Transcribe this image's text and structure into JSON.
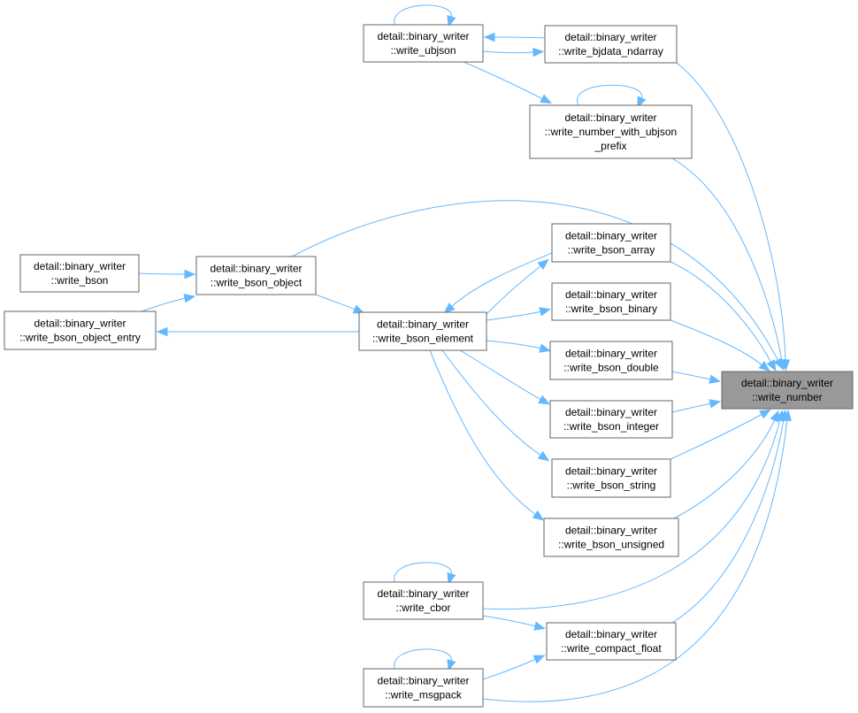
{
  "colors": {
    "edge": "#63b8ff",
    "focus_fill": "#999999",
    "node_border": "#666666"
  },
  "nodes": {
    "write_number": {
      "lines": [
        "detail::binary_writer",
        "::write_number"
      ]
    },
    "write_ubjson": {
      "lines": [
        "detail::binary_writer",
        "::write_ubjson"
      ]
    },
    "write_bjdata_ndarray": {
      "lines": [
        "detail::binary_writer",
        "::write_bjdata_ndarray"
      ]
    },
    "write_number_with_ubjson_prefix": {
      "lines": [
        "detail::binary_writer",
        "::write_number_with_ubjson",
        "_prefix"
      ]
    },
    "write_bson": {
      "lines": [
        "detail::binary_writer",
        "::write_bson"
      ]
    },
    "write_bson_object": {
      "lines": [
        "detail::binary_writer",
        "::write_bson_object"
      ]
    },
    "write_bson_object_entry": {
      "lines": [
        "detail::binary_writer",
        "::write_bson_object_entry"
      ]
    },
    "write_bson_element": {
      "lines": [
        "detail::binary_writer",
        "::write_bson_element"
      ]
    },
    "write_bson_array": {
      "lines": [
        "detail::binary_writer",
        "::write_bson_array"
      ]
    },
    "write_bson_binary": {
      "lines": [
        "detail::binary_writer",
        "::write_bson_binary"
      ]
    },
    "write_bson_double": {
      "lines": [
        "detail::binary_writer",
        "::write_bson_double"
      ]
    },
    "write_bson_integer": {
      "lines": [
        "detail::binary_writer",
        "::write_bson_integer"
      ]
    },
    "write_bson_string": {
      "lines": [
        "detail::binary_writer",
        "::write_bson_string"
      ]
    },
    "write_bson_unsigned": {
      "lines": [
        "detail::binary_writer",
        "::write_bson_unsigned"
      ]
    },
    "write_cbor": {
      "lines": [
        "detail::binary_writer",
        "::write_cbor"
      ]
    },
    "write_compact_float": {
      "lines": [
        "detail::binary_writer",
        "::write_compact_float"
      ]
    },
    "write_msgpack": {
      "lines": [
        "detail::binary_writer",
        "::write_msgpack"
      ]
    }
  },
  "edges": [
    {
      "from": "write_ubjson",
      "to": "write_ubjson"
    },
    {
      "from": "write_ubjson",
      "to": "write_bjdata_ndarray"
    },
    {
      "from": "write_bjdata_ndarray",
      "to": "write_ubjson"
    },
    {
      "from": "write_bjdata_ndarray",
      "to": "write_number"
    },
    {
      "from": "write_ubjson",
      "to": "write_number_with_ubjson_prefix"
    },
    {
      "from": "write_number_with_ubjson_prefix",
      "to": "write_number_with_ubjson_prefix"
    },
    {
      "from": "write_number_with_ubjson_prefix",
      "to": "write_number"
    },
    {
      "from": "write_bson_object",
      "to": "write_number"
    },
    {
      "from": "write_bson",
      "to": "write_bson_object"
    },
    {
      "from": "write_bson_object_entry",
      "to": "write_bson_object"
    },
    {
      "from": "write_bson_object",
      "to": "write_bson_element"
    },
    {
      "from": "write_bson_element",
      "to": "write_bson_object_entry"
    },
    {
      "from": "write_bson_element",
      "to": "write_bson_array"
    },
    {
      "from": "write_bson_array",
      "to": "write_bson_element"
    },
    {
      "from": "write_bson_array",
      "to": "write_number"
    },
    {
      "from": "write_bson_element",
      "to": "write_bson_binary"
    },
    {
      "from": "write_bson_binary",
      "to": "write_number"
    },
    {
      "from": "write_bson_element",
      "to": "write_bson_double"
    },
    {
      "from": "write_bson_double",
      "to": "write_number"
    },
    {
      "from": "write_bson_element",
      "to": "write_bson_integer"
    },
    {
      "from": "write_bson_integer",
      "to": "write_number"
    },
    {
      "from": "write_bson_element",
      "to": "write_bson_string"
    },
    {
      "from": "write_bson_string",
      "to": "write_number"
    },
    {
      "from": "write_bson_element",
      "to": "write_bson_unsigned"
    },
    {
      "from": "write_bson_unsigned",
      "to": "write_number"
    },
    {
      "from": "write_cbor",
      "to": "write_cbor"
    },
    {
      "from": "write_cbor",
      "to": "write_number"
    },
    {
      "from": "write_cbor",
      "to": "write_compact_float"
    },
    {
      "from": "write_compact_float",
      "to": "write_number"
    },
    {
      "from": "write_msgpack",
      "to": "write_msgpack"
    },
    {
      "from": "write_msgpack",
      "to": "write_compact_float"
    },
    {
      "from": "write_msgpack",
      "to": "write_number"
    }
  ]
}
